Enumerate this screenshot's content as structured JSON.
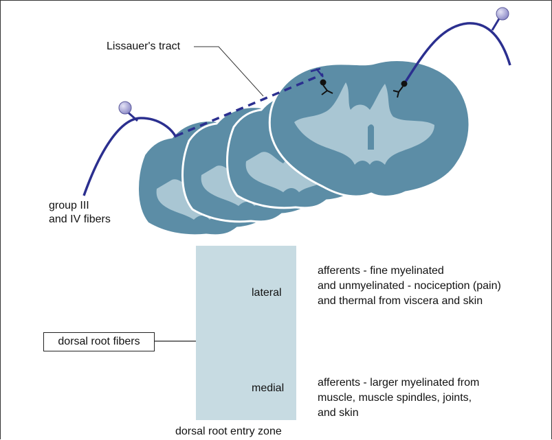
{
  "labels": {
    "lissauer": "Lissauer's tract",
    "group_line1": "group III",
    "group_line2": "and IV fibers",
    "dorsal_root_fibers": "dorsal root fibers",
    "lateral": "lateral",
    "medial": "medial",
    "entry_zone": "dorsal root entry zone"
  },
  "descriptions": {
    "lateral": [
      "afferents - fine myelinated",
      "and unmyelinated  - nociception (pain)",
      "and thermal from viscera and skin"
    ],
    "medial": [
      "afferents - larger myelinated from",
      "muscle,  muscle spindles, joints,",
      "and skin"
    ]
  },
  "colors": {
    "section_outer": "#5c8da6",
    "section_inner": "#a9c6d3",
    "section_edge": "#ffffff",
    "fiber": "#2b2f8f",
    "zone": "#c7dbe2",
    "neuron_ball": "#9a98cf"
  }
}
